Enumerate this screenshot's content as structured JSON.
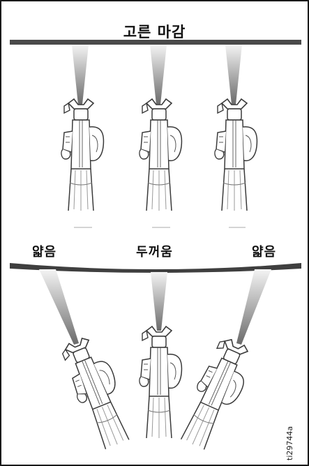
{
  "top_panel": {
    "title": "고른 마감"
  },
  "bottom_panel": {
    "labels": {
      "left": "얇음",
      "center": "두꺼움",
      "right": "얇음"
    }
  },
  "image_id": "ti29744a",
  "colors": {
    "line": "#4a4a4a",
    "spray_dark": "#6d6d6d",
    "spray_light": "#ffffff",
    "gun_outline": "#3a3a3a"
  }
}
